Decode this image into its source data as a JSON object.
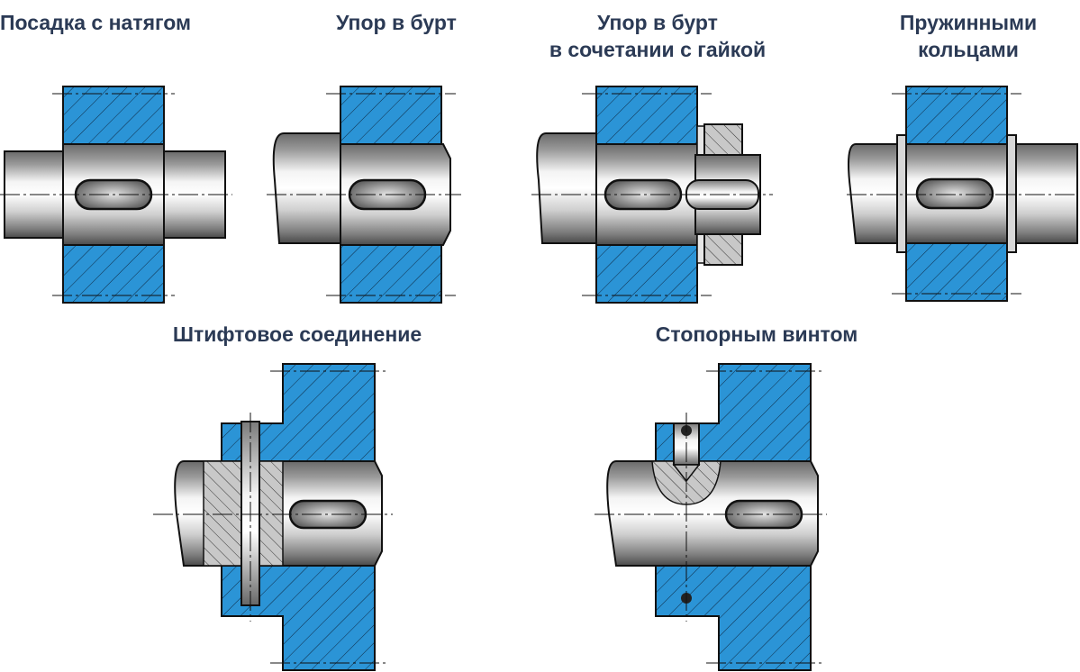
{
  "captions": {
    "interference_fit": "Посадка с натягом",
    "shoulder_stop": "Упор в бурт",
    "shoulder_nut_line1": "Упор в бурт",
    "shoulder_nut_line2": "в сочетании с гайкой",
    "retaining_rings_line1": "Пружинными",
    "retaining_rings_line2": "кольцами",
    "pin_connection": "Штифтовое соединение",
    "set_screw": "Стопорным винтом"
  },
  "colors": {
    "hub_fill": "#2b94d6",
    "outline": "#111111",
    "caption": "#2b3a55",
    "shaft_light": "#f2f2f2",
    "shaft_dark": "#5a5a5a"
  }
}
